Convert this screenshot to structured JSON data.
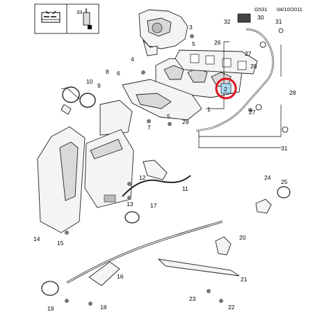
{
  "header": {
    "code": "G531",
    "date": "04/10/2011",
    "ref_number": "33",
    "toolbox_icon": "toolbox-icon",
    "sealant_icon": "sealant-tube-icon"
  },
  "highlight": {
    "label": "2",
    "ring_color": "#e0141e",
    "label_bg": "#a9d8ef"
  },
  "callouts": [
    "1",
    "2",
    "3",
    "4",
    "5",
    "6",
    "7",
    "8",
    "9",
    "10",
    "11",
    "12",
    "13",
    "14",
    "15",
    "16",
    "17",
    "18",
    "19",
    "20",
    "21",
    "22",
    "23",
    "24",
    "25",
    "26",
    "27",
    "28",
    "29",
    "30",
    "31",
    "32"
  ],
  "extra_labels": [
    "27",
    "31",
    "5"
  ]
}
